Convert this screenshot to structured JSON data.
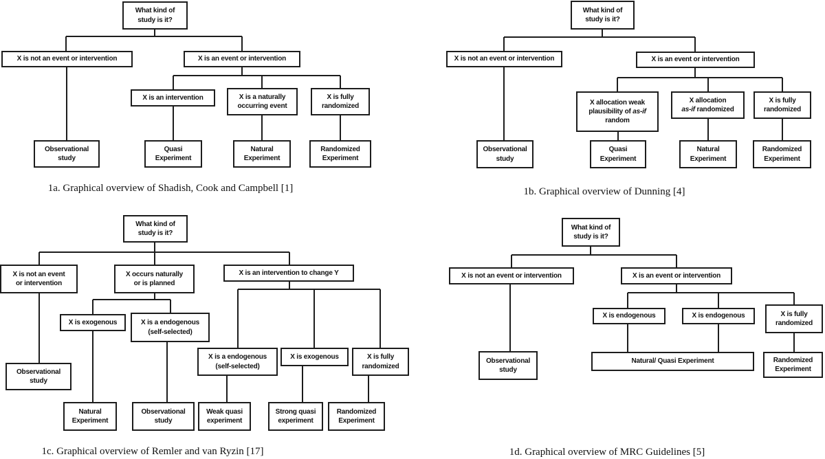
{
  "figure": {
    "accent_color": "#1c1c1c",
    "background_color": "#ffffff"
  },
  "diagrams": {
    "a": {
      "caption": "1a. Graphical overview of Shadish, Cook and Campbell [1]",
      "nodes": {
        "root": "What kind of\nstudy is it?",
        "not_event": "X is not an event or intervention",
        "event": "X is an event or intervention",
        "intervention": "X is an intervention",
        "natural_event": "X is a naturally\noccurring event",
        "fully_randomized": "X is fully\nrandomized",
        "observational": "Observational\nstudy",
        "quasi": "Quasi\nExperiment",
        "natural": "Natural\nExperiment",
        "randomized": "Randomized\nExperiment"
      }
    },
    "b": {
      "caption": "1b. Graphical overview of Dunning [4]",
      "nodes": {
        "root": "What kind of\nstudy is it?",
        "not_event": "X is not an event or intervention",
        "event": "X is an event or intervention",
        "weak": {
          "p1": "X allocation weak\nplausibility of ",
          "it": "as-if",
          "p2": "\nrandom"
        },
        "asif": {
          "p1": "X allocation\n",
          "it": "as-if",
          "p2": " randomized"
        },
        "fully_randomized": "X is fully\nrandomized",
        "observational": "Observational\nstudy",
        "quasi": "Quasi\nExperiment",
        "natural": "Natural\nExperiment",
        "randomized": "Randomized\nExperiment"
      }
    },
    "c": {
      "caption": "1c. Graphical overview of Remler and van Ryzin [17]",
      "nodes": {
        "root": "What kind of\nstudy is it?",
        "not_event": "X is not an event\nor intervention",
        "occurs": "X occurs naturally\nor is planned",
        "intervention_y": "X is an intervention to change Y",
        "exogenous_mid": "X is exogenous",
        "endogenous_mid": "X is a endogenous\n(self-selected)",
        "endogenous_right": "X is a endogenous\n(self-selected)",
        "exogenous_right": "X is exogenous",
        "fully_randomized": "X is fully\nrandomized",
        "observational_left": "Observational\nstudy",
        "natural": "Natural\nExperiment",
        "observational_mid": "Observational\nstudy",
        "weak_quasi": "Weak quasi\nexperiment",
        "strong_quasi": "Strong quasi\nexperiment",
        "randomized": "Randomized\nExperiment"
      }
    },
    "d": {
      "caption": "1d. Graphical overview of MRC Guidelines [5]",
      "nodes": {
        "root": "What kind of\nstudy is it?",
        "not_event": "X is not an event or intervention",
        "event": "X is an event or intervention",
        "endogenous_1": "X is endogenous",
        "endogenous_2": "X is endogenous",
        "fully_randomized": "X is fully\nrandomized",
        "observational": "Observational\nstudy",
        "natural_quasi": "Natural/ Quasi Experiment",
        "randomized": "Randomized\nExperiment"
      }
    }
  }
}
